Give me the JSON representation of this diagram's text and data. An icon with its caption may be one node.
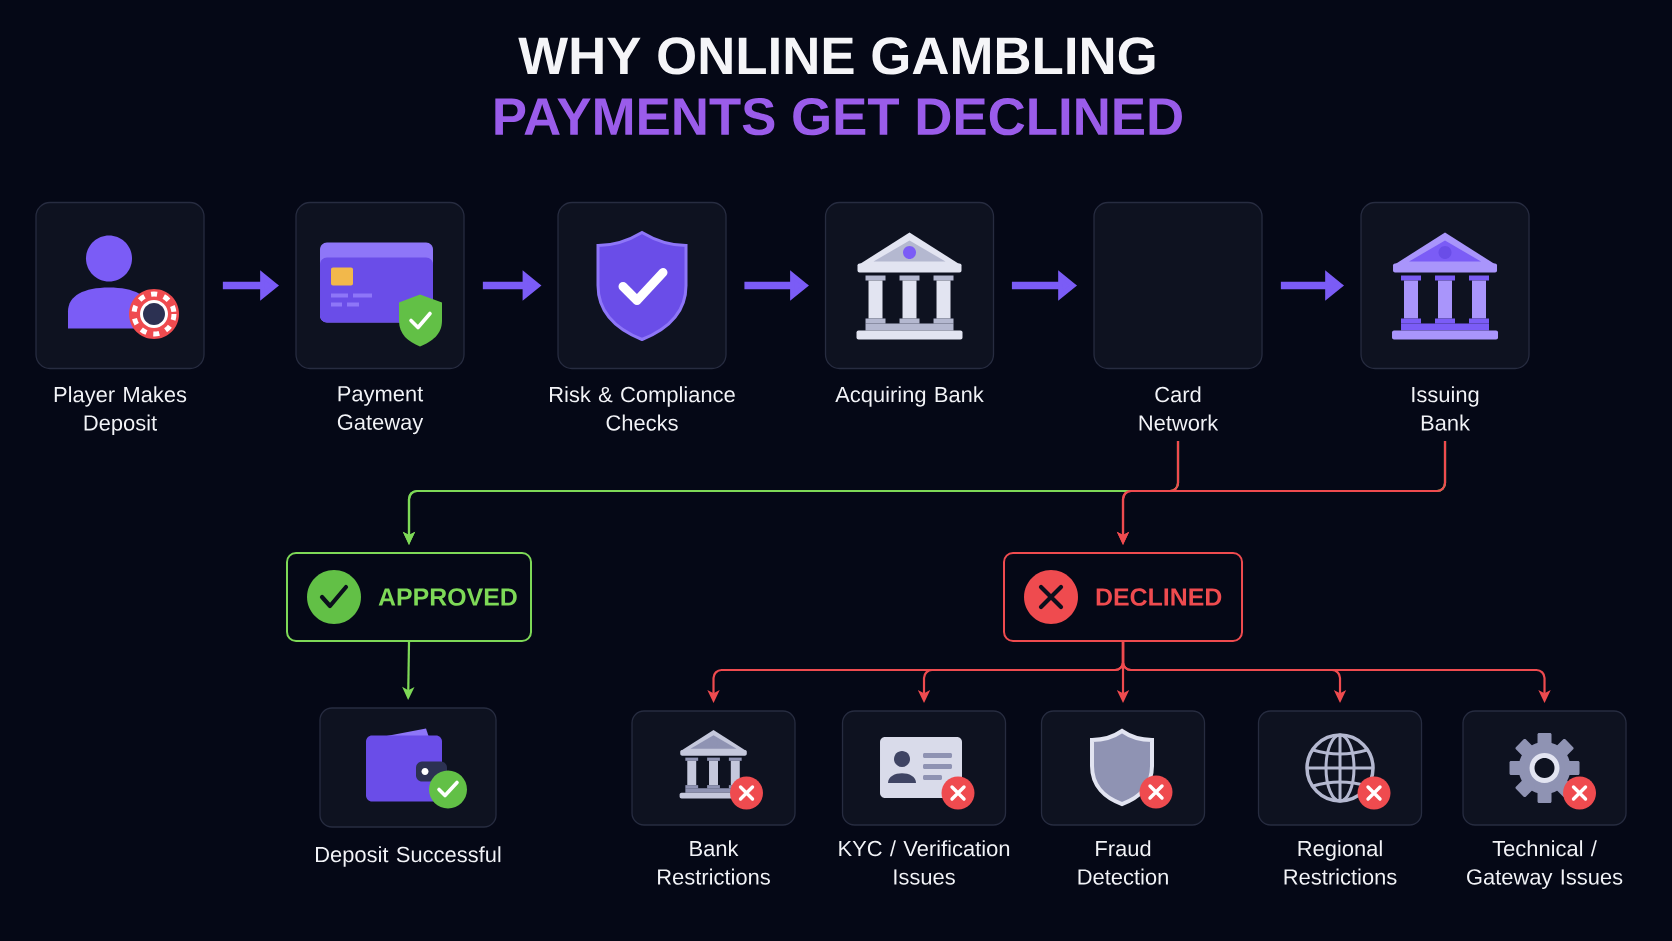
{
  "diagram": {
    "title": "WHY ONLINE GAMBLING PAYMENTS GET DECLINED",
    "nodes": [
      {
        "text": [
          "Player Makes Deposit"
        ]
      },
      {
        "text": [
          "Payment Gateway"
        ]
      },
      {
        "text": [
          "Risk & Compliance Checks"
        ]
      },
      {
        "text": [
          "Acquiring Bank"
        ]
      },
      {
        "text": [
          "Card Network"
        ]
      },
      {
        "text": [
          "Issuing Bank"
        ]
      },
      {
        "text": [
          "APPROVED"
        ]
      },
      {
        "text": [
          "DECLINED"
        ]
      },
      {
        "text": [
          "Deposit Successful"
        ]
      },
      {
        "text": [
          "Bank Restrictions"
        ]
      },
      {
        "text": [
          "KYC / Verification Issues"
        ]
      },
      {
        "text": [
          "Fraud Detection"
        ]
      },
      {
        "text": [
          "Regional Restrictions"
        ]
      },
      {
        "text": [
          "Technical / Gateway Issues"
        ]
      }
    ],
    "edges": [
      {
        "from": 0,
        "to": 1,
        "arrow": "to",
        "style": "thick",
        "color": "#7b5cf6"
      },
      {
        "from": 1,
        "to": 2,
        "arrow": "to",
        "style": "thick",
        "color": "#7b5cf6"
      },
      {
        "from": 2,
        "to": 3,
        "arrow": "to",
        "style": "thick",
        "color": "#7b5cf6"
      },
      {
        "from": 3,
        "to": 4,
        "arrow": "to",
        "style": "thick",
        "color": "#7b5cf6"
      },
      {
        "from": 4,
        "to": 5,
        "arrow": "to",
        "style": "thick",
        "color": "#7b5cf6"
      },
      {
        "from": 4,
        "to": 6,
        "arrow": "to",
        "color": "#7ed957"
      },
      {
        "from": 5,
        "to": 6,
        "arrow": "to",
        "color": "#7ed957"
      },
      {
        "from": 4,
        "to": 7,
        "arrow": "to"
      },
      {
        "from": 5,
        "to": 7,
        "arrow": "to"
      },
      {
        "from": 6,
        "to": 8,
        "arrow": "to",
        "color": "#7ed957"
      },
      {
        "from": 7,
        "to": 9,
        "arrow": "to"
      },
      {
        "from": 7,
        "to": 10,
        "arrow": "to"
      },
      {
        "from": 7,
        "to": 11,
        "arrow": "to"
      },
      {
        "from": 7,
        "to": 12,
        "arrow": "to"
      },
      {
        "from": 7,
        "to": 13,
        "arrow": "to"
      }
    ]
  }
}
